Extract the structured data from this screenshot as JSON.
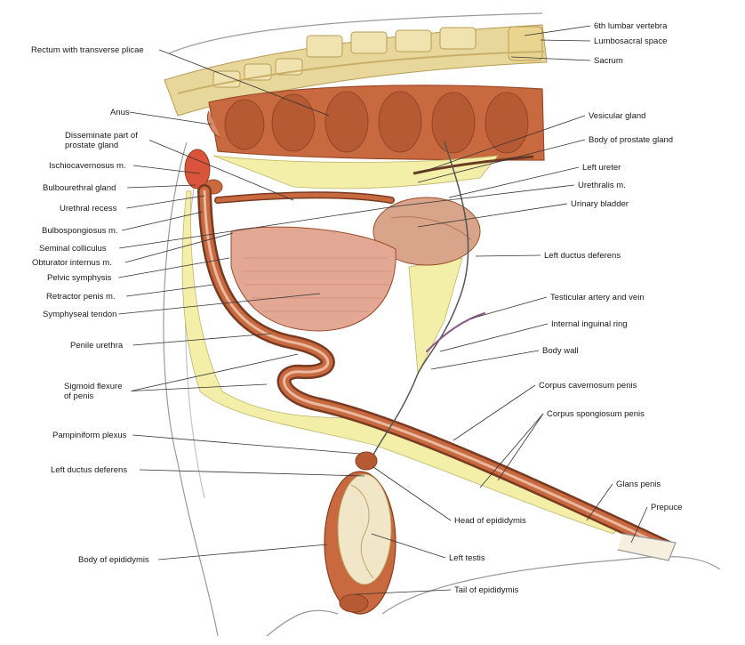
{
  "figure": {
    "labels_left": [
      {
        "id": "rectum",
        "lines": [
          "Rectum with transverse plicae"
        ]
      },
      {
        "id": "anus",
        "lines": [
          "Anus"
        ]
      },
      {
        "id": "disseminate-prostate",
        "lines": [
          "Disseminate part of",
          "prostate gland"
        ]
      },
      {
        "id": "ischiocavernosus",
        "lines": [
          "Ischiocavernosus m."
        ]
      },
      {
        "id": "bulbourethral",
        "lines": [
          "Bulbourethral gland"
        ]
      },
      {
        "id": "urethral-recess",
        "lines": [
          "Urethral recess"
        ]
      },
      {
        "id": "bulbospongiosus",
        "lines": [
          "Bulbospongiosus m."
        ]
      },
      {
        "id": "seminal-colliculus",
        "lines": [
          "Seminal colliculus"
        ]
      },
      {
        "id": "obturator-internus",
        "lines": [
          "Obturator internus m."
        ]
      },
      {
        "id": "pelvic-symphysis",
        "lines": [
          "Pelvic symphysis"
        ]
      },
      {
        "id": "retractor-penis",
        "lines": [
          "Retractor penis m."
        ]
      },
      {
        "id": "symphyseal-tendon",
        "lines": [
          "Symphyseal tendon"
        ]
      },
      {
        "id": "penile-urethra",
        "lines": [
          "Penile urethra"
        ]
      },
      {
        "id": "sigmoid-flexure",
        "lines": [
          "Sigmoid flexure",
          "of penis"
        ]
      },
      {
        "id": "pampiniform-plexus",
        "lines": [
          "Pampiniform plexus"
        ]
      },
      {
        "id": "left-ductus-deferens-lower",
        "lines": [
          "Left ductus deferens"
        ]
      },
      {
        "id": "body-of-epididymis",
        "lines": [
          "Body of epididymis"
        ]
      }
    ],
    "labels_right": [
      {
        "id": "lumbar-vertebra",
        "lines": [
          "6th lumbar vertebra"
        ]
      },
      {
        "id": "lumbosacral-space",
        "lines": [
          "Lumbosacral space"
        ]
      },
      {
        "id": "sacrum",
        "lines": [
          "Sacrum"
        ]
      },
      {
        "id": "vesicular-gland",
        "lines": [
          "Vesicular gland"
        ]
      },
      {
        "id": "body-of-prostate",
        "lines": [
          "Body of prostate gland"
        ]
      },
      {
        "id": "left-ureter",
        "lines": [
          "Left ureter"
        ]
      },
      {
        "id": "urethralis",
        "lines": [
          "Urethralis m."
        ]
      },
      {
        "id": "urinary-bladder",
        "lines": [
          "Urinary bladder"
        ]
      },
      {
        "id": "left-ductus-deferens-upper",
        "lines": [
          "Left ductus deferens"
        ]
      },
      {
        "id": "testicular-artery",
        "lines": [
          "Testicular artery and vein"
        ]
      },
      {
        "id": "internal-inguinal-ring",
        "lines": [
          "Internal inguinal ring"
        ]
      },
      {
        "id": "body-wall",
        "lines": [
          "Body wall"
        ]
      },
      {
        "id": "corpus-cavernosum",
        "lines": [
          "Corpus cavernosum penis"
        ]
      },
      {
        "id": "corpus-spongiosum",
        "lines": [
          "Corpus spongiosum penis"
        ]
      },
      {
        "id": "glans-penis",
        "lines": [
          "Glans penis"
        ]
      },
      {
        "id": "prepuce",
        "lines": [
          "Prepuce"
        ]
      },
      {
        "id": "head-of-epididymis",
        "lines": [
          "Head of epididymis"
        ]
      },
      {
        "id": "left-testis",
        "lines": [
          "Left testis"
        ]
      },
      {
        "id": "tail-of-epididymis",
        "lines": [
          "Tail of epididymis"
        ]
      }
    ],
    "colors": {
      "bone": "#e8d79a",
      "bone_edge": "#b79c56",
      "muscle": "#c8693f",
      "muscle_dark": "#9a4a2a",
      "fat": "#f3efa8",
      "bladder": "#d9a58a",
      "skin_line": "#8a8a8a",
      "leader": "#333333"
    }
  }
}
